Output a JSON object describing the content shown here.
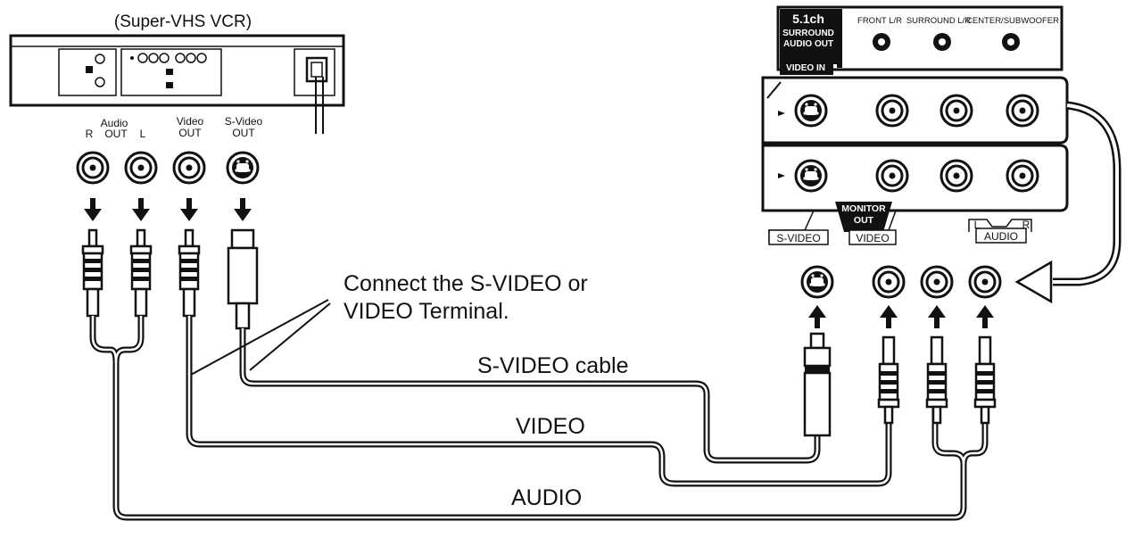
{
  "vcr": {
    "title": "(Super-VHS VCR)",
    "audio_label": "Audio",
    "audio_out": "OUT",
    "audio_r": "R",
    "audio_l": "L",
    "video_label": "Video",
    "video_out": "OUT",
    "svideo_label": "S-Video",
    "svideo_out": "OUT"
  },
  "panel": {
    "badge_line1": "5.1ch",
    "badge_line2": "SURROUND",
    "badge_line3": "AUDIO OUT",
    "front_label": "FRONT L/R",
    "surround_label": "SURROUND L/R",
    "center_label": "CENTER/SUBWOOFER",
    "video_in": "VIDEO IN",
    "monitor_out_1": "MONITOR",
    "monitor_out_2": "OUT",
    "svideo_tag": "S-VIDEO",
    "video_tag": "VIDEO",
    "audio_tag": "AUDIO",
    "audio_l": "L",
    "audio_r": "R"
  },
  "instruction": {
    "line1": "Connect the S-VIDEO or",
    "line2": "VIDEO Terminal."
  },
  "cables": {
    "svideo": "S-VIDEO cable",
    "video": "VIDEO",
    "audio": "AUDIO"
  }
}
